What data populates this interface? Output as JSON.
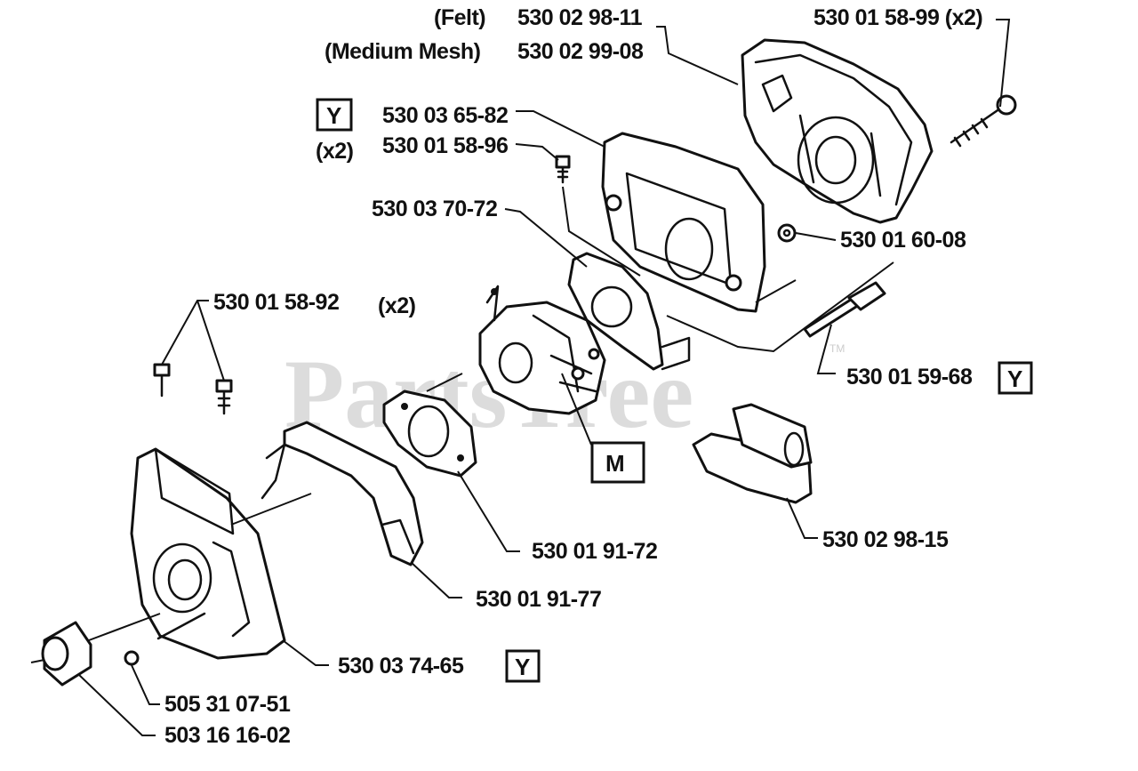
{
  "watermark": {
    "text": "PartsTree",
    "trademark": "TM"
  },
  "labels": {
    "felt_note": "(Felt)",
    "medium_mesh_note": "(Medium Mesh)",
    "p_530_02_98_11": "530 02 98-11",
    "p_530_02_99_08": "530 02 99-08",
    "p_530_01_58_99": "530 01 58-99 (x2)",
    "p_530_03_65_82": "530 03 65-82",
    "p_530_01_58_96": "530 01 58-96",
    "x2_left": "(x2)",
    "p_530_03_70_72": "530 03 70-72",
    "p_530_01_60_08": "530 01 60-08",
    "p_530_01_58_92": "530 01 58-92",
    "x2_screws": "(x2)",
    "p_530_01_59_68": "530 01 59-68",
    "p_530_02_98_15": "530 02 98-15",
    "p_530_01_91_72": "530 01 91-72",
    "p_530_01_91_77": "530 01 91-77",
    "p_530_03_74_65": "530 03 74-65",
    "p_505_31_07_51": "505 31 07-51",
    "p_503_16_16_02": "503 16 16-02"
  },
  "badges": {
    "y_top": "Y",
    "y_right": "Y",
    "y_bottom": "Y",
    "m_center": "M"
  }
}
